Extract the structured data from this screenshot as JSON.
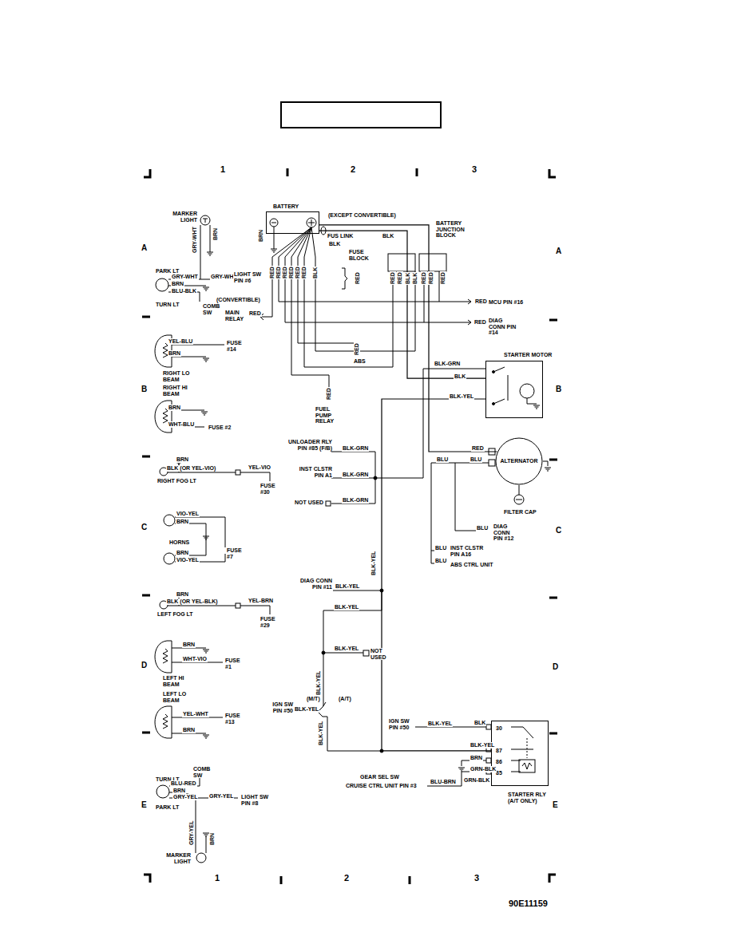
{
  "diagram": {
    "nodes": [
      {
        "text": [
          "BATTERY"
        ]
      },
      {
        "text": [
          "STARTER MOTOR"
        ]
      },
      {
        "text": [
          "ALTERNATOR"
        ]
      },
      {
        "text": [
          "30",
          "87",
          "86",
          "85",
          "STARTER RLY (A/T ONLY)"
        ]
      }
    ],
    "edges": [
      {
        "from": 0,
        "to": 1,
        "arrow": "none"
      },
      {
        "from": 0,
        "to": 2,
        "arrow": "none"
      },
      {
        "from": 3,
        "to": 1,
        "arrow": "none"
      }
    ],
    "labels": [
      "1",
      "2",
      "3",
      "A",
      "A",
      "MARKER LIGHT",
      "GRY-WHT",
      "BRN",
      "PARK LT",
      "GRY-WHT",
      "GRY-WHT",
      "LIGHT SW PIN #6",
      "BRN",
      "BLU-BLK",
      "TURN LT",
      "COMB SW",
      "(EXCEPT CONVERTIBLE)",
      "BATTERY JUNCTION BLOCK",
      "FUS LINK",
      "BLK",
      "BLK",
      "BRN",
      "RED",
      "RED",
      "RED",
      "RED",
      "RED",
      "RED",
      "BLK",
      "FUSE BLOCK",
      "RED",
      "RED",
      "RED",
      "BLK",
      "BLK",
      "RED",
      "RED",
      "RED",
      "(CONVERTIBLE)",
      "MAIN RELAY",
      "RED",
      "RED",
      "MCU PIN #16",
      "RED",
      "DIAG CONN PIN #14",
      "B",
      "B",
      "YEL-BLU",
      "FUSE #14",
      "BRN",
      "RIGHT LO BEAM",
      "RED",
      "ABS",
      "RIGHT HI BEAM",
      "BRN",
      "WHT-BLU",
      "FUSE #2",
      "RED",
      "FUEL PUMP RELAY",
      "BLK-GRN",
      "BLK",
      "BLK-YEL",
      "BRN",
      "BLK (OR YEL-VIO)",
      "YEL-VIO",
      "RIGHT FOG LT",
      "FUSE #30",
      "UNLOADER RLY PIN #85 (F/B)",
      "BLK-GRN",
      "INST CLSTR PIN A1",
      "BLK-GRN",
      "NOT USED",
      "BLK-GRN",
      "RED",
      "BLU",
      "BLU",
      "FILTER CAP",
      "C",
      "C",
      "VIO-YEL",
      "BRN",
      "HORNS",
      "BRN",
      "VIO-YEL",
      "FUSE #7",
      "BLU",
      "DIAG CONN PIN #12",
      "BLU",
      "INST CLSTR PIN A16",
      "BLU",
      "ABS CTRL UNIT",
      "BLK-YEL",
      "DIAG CONN PIN #11",
      "BLK-YEL",
      "BRN",
      "BLK (OR YEL-BLK)",
      "YEL-BRN",
      "LEFT FOG LT",
      "FUSE #29",
      "BLK-YEL",
      "D",
      "D",
      "BRN",
      "WHT-VIO",
      "FUSE #1",
      "LEFT HI BEAM",
      "BLK-YEL",
      "NOT USED",
      "BLK-YEL",
      "(M/T)",
      "(A/T)",
      "LEFT LO BEAM",
      "YEL-WHT",
      "FUSE #13",
      "BRN",
      "IGN SW PIN #50",
      "BLK-YEL",
      "BLK-YEL",
      "IGN SW PIN #50",
      "BLK-YEL",
      "BLK",
      "BLK-YEL",
      "BRN",
      "GRN-BLK",
      "GEAR SEL SW",
      "CRUISE CTRL UNIT PIN #3",
      "BLU-BRN",
      "GRN-BLK",
      "E",
      "E",
      "COMB SW",
      "TURN LT",
      "BLU-RED",
      "BRN",
      "GRY-YEL",
      "GRY-YEL",
      "LIGHT SW PIN #8",
      "GRY-YEL",
      "BRN",
      "PARK LT",
      "MARKER LIGHT",
      "1",
      "2",
      "3",
      "90E11159"
    ]
  }
}
